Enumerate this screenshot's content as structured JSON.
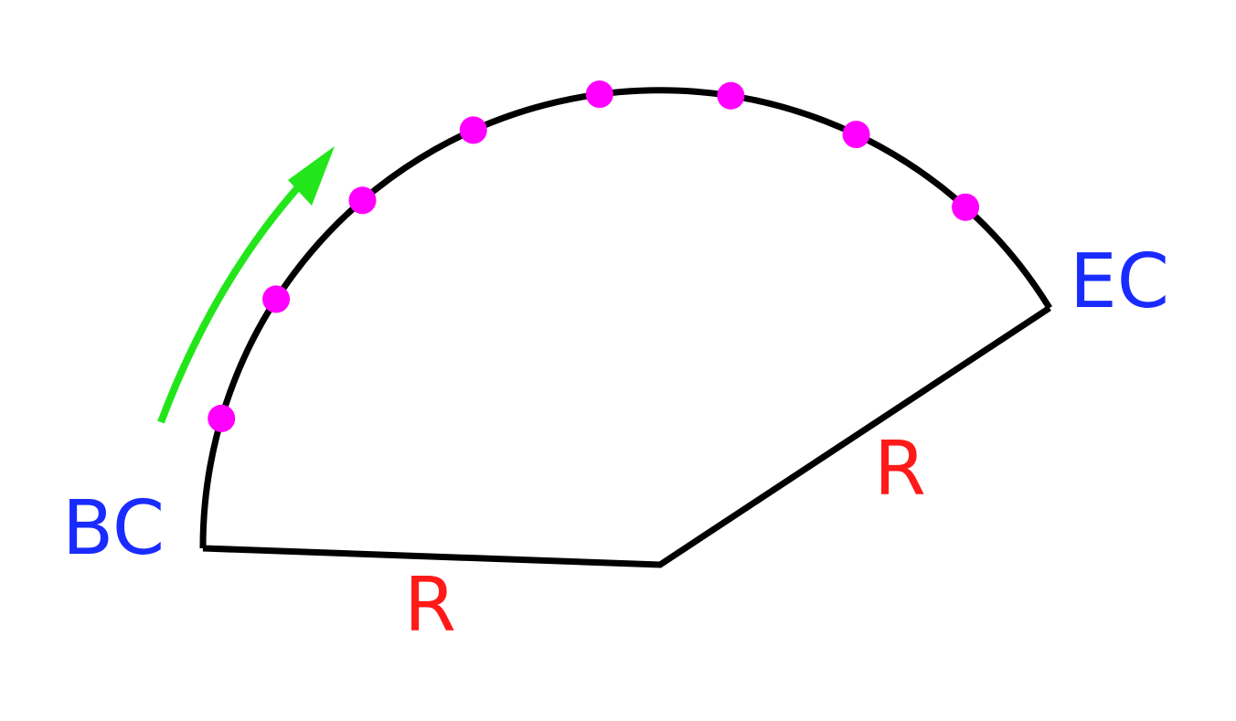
{
  "labels": {
    "start": "BC",
    "end": "EC",
    "radius_left": "R",
    "radius_right": "R"
  },
  "arc": {
    "point_count": 8
  },
  "colors": {
    "outline": "#000000",
    "label_endpoints": "#1a2bff",
    "label_radius": "#ff1a1a",
    "points": "#ff00ff",
    "direction_arrow": "#22e61a"
  },
  "icons": {
    "direction": "arrow-along-arc-icon",
    "point": "station-point-icon"
  }
}
